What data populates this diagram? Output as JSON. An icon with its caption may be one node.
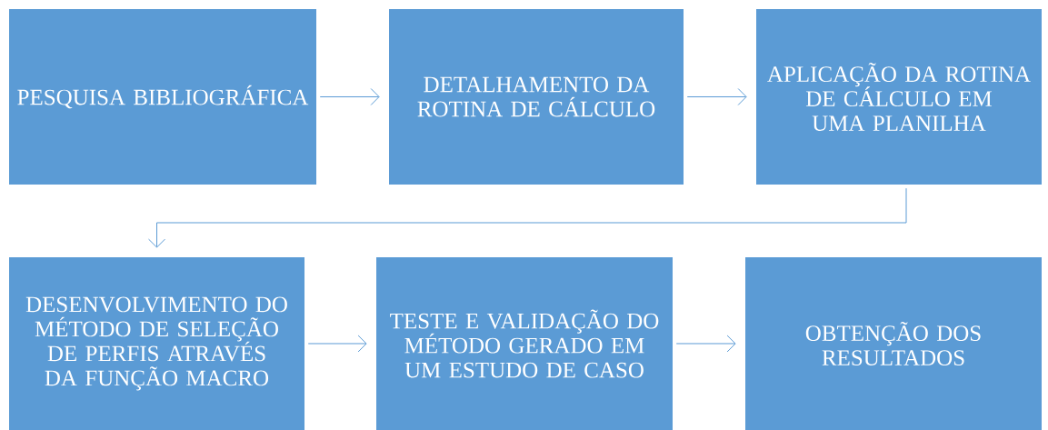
{
  "diagram": {
    "nodes": [
      {
        "text": [
          "PESQUISA BIBLIOGRÁFICA"
        ]
      },
      {
        "text": [
          "DETALHAMENTO DA ROTINA DE CÁLCULO"
        ]
      },
      {
        "text": [
          "APLICAÇÃO DA ROTINA DE CÁLCULO EM UMA PLANILHA"
        ]
      },
      {
        "text": [
          "DESENVOLVIMENTO DO MÉTODO DE SELEÇÃO DE PERFIS ATRAVÉS DA FUNÇÃO MACRO"
        ]
      },
      {
        "text": [
          "TESTE E VALIDAÇÃO DO MÉTODO GERADO EM UM ESTUDO DE CASO"
        ]
      },
      {
        "text": [
          "OBTENÇÃO DOS RESULTADOS"
        ]
      }
    ],
    "edges": [
      {
        "from": 0,
        "to": 1,
        "arrow": "to"
      },
      {
        "from": 1,
        "to": 2,
        "arrow": "to"
      },
      {
        "from": 2,
        "to": 3,
        "arrow": "to"
      },
      {
        "from": 3,
        "to": 4,
        "arrow": "to"
      },
      {
        "from": 4,
        "to": 5,
        "arrow": "to"
      }
    ]
  }
}
